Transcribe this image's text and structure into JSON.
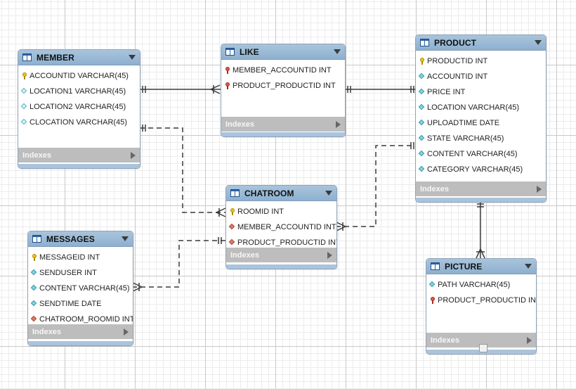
{
  "diagram": {
    "indexes_label": "Indexes",
    "tables": {
      "member": {
        "name": "MEMBER",
        "columns": [
          {
            "text": "ACCOUNTID VARCHAR(45)",
            "icon": "primary-key-icon"
          },
          {
            "text": "LOCATION1 VARCHAR(45)",
            "icon": "attribute-icon"
          },
          {
            "text": "LOCATION2 VARCHAR(45)",
            "icon": "attribute-icon"
          },
          {
            "text": "CLOCATION VARCHAR(45)",
            "icon": "attribute-icon"
          }
        ]
      },
      "like": {
        "name": "LIKE",
        "columns": [
          {
            "text": "MEMBER_ACCOUNTID INT",
            "icon": "foreign-key-icon"
          },
          {
            "text": "PRODUCT_PRODUCTID INT",
            "icon": "foreign-key-icon"
          }
        ]
      },
      "product": {
        "name": "PRODUCT",
        "columns": [
          {
            "text": "PRODUCTID INT",
            "icon": "primary-key-icon"
          },
          {
            "text": "ACCOUNTID INT",
            "icon": "not-null-attribute-icon"
          },
          {
            "text": "PRICE INT",
            "icon": "not-null-attribute-icon"
          },
          {
            "text": "LOCATION VARCHAR(45)",
            "icon": "not-null-attribute-icon"
          },
          {
            "text": "UPLOADTIME DATE",
            "icon": "not-null-attribute-icon"
          },
          {
            "text": "STATE VARCHAR(45)",
            "icon": "not-null-attribute-icon"
          },
          {
            "text": "CONTENT VARCHAR(45)",
            "icon": "not-null-attribute-icon"
          },
          {
            "text": "CATEGORY VARCHAR(45)",
            "icon": "not-null-attribute-icon"
          }
        ]
      },
      "chatroom": {
        "name": "CHATROOM",
        "columns": [
          {
            "text": "ROOMID INT",
            "icon": "primary-key-icon"
          },
          {
            "text": "MEMBER_ACCOUNTID INT",
            "icon": "foreign-key-attribute-icon"
          },
          {
            "text": "PRODUCT_PRODUCTID INT",
            "icon": "foreign-key-attribute-icon"
          }
        ]
      },
      "messages": {
        "name": "MESSAGES",
        "columns": [
          {
            "text": "MESSAGEID INT",
            "icon": "primary-key-icon"
          },
          {
            "text": "SENDUSER INT",
            "icon": "not-null-attribute-icon"
          },
          {
            "text": "CONTENT VARCHAR(45)",
            "icon": "not-null-attribute-icon"
          },
          {
            "text": "SENDTIME DATE",
            "icon": "not-null-attribute-icon"
          },
          {
            "text": "CHATROOM_ROOMID INT",
            "icon": "foreign-key-attribute-icon"
          }
        ]
      },
      "picture": {
        "name": "PICTURE",
        "columns": [
          {
            "text": "PATH VARCHAR(45)",
            "icon": "not-null-attribute-icon"
          },
          {
            "text": "PRODUCT_PRODUCTID INT",
            "icon": "foreign-key-icon"
          }
        ]
      }
    }
  }
}
